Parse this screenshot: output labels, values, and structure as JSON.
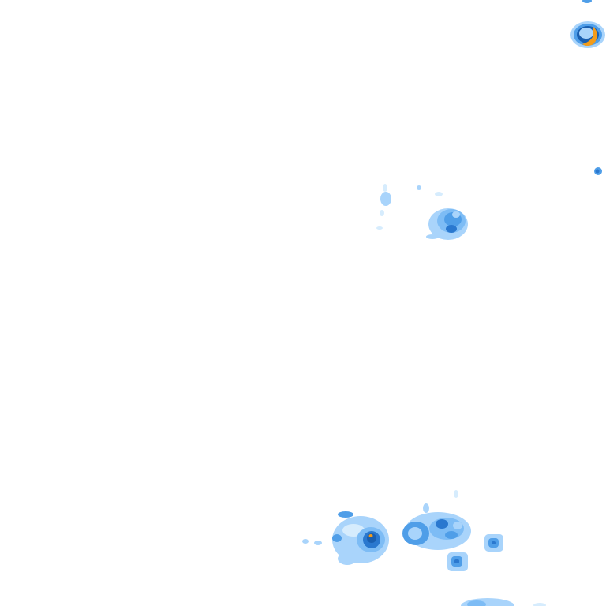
{
  "map": {
    "background_color": "#ffffff",
    "intensity_palette": {
      "very_light": "#d6ecfd",
      "light": "#a9d4fb",
      "medium_light": "#7dbcf5",
      "medium": "#4f9ee8",
      "dark": "#2a78cf",
      "very_dark": "#1a5fb0",
      "peak": "#f39c1a"
    },
    "cells": [
      {
        "id": "cell-top-right-ring",
        "intensity": "very_dark"
      },
      {
        "id": "cell-top-right-edge",
        "intensity": "dark"
      },
      {
        "id": "cell-right-speck",
        "intensity": "dark"
      },
      {
        "id": "cell-center-cluster",
        "intensity": "dark"
      },
      {
        "id": "cell-center-scatter",
        "intensity": "light"
      },
      {
        "id": "cell-bottom-left-cluster",
        "intensity": "peak"
      },
      {
        "id": "cell-bottom-mid-cluster",
        "intensity": "dark"
      },
      {
        "id": "cell-bottom-small-square",
        "intensity": "medium"
      },
      {
        "id": "cell-bottom-right-square",
        "intensity": "medium"
      },
      {
        "id": "cell-bottom-edge",
        "intensity": "light"
      }
    ]
  }
}
